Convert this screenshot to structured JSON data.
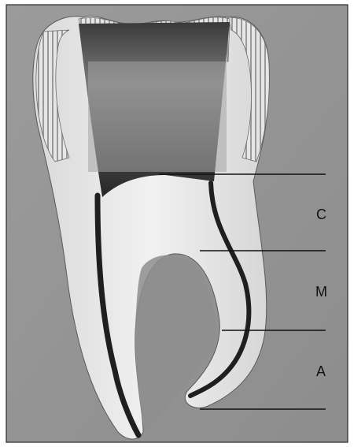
{
  "figure": {
    "labels": [
      {
        "id": "C",
        "text": "C"
      },
      {
        "id": "M",
        "text": "M"
      },
      {
        "id": "A",
        "text": "A"
      }
    ]
  }
}
